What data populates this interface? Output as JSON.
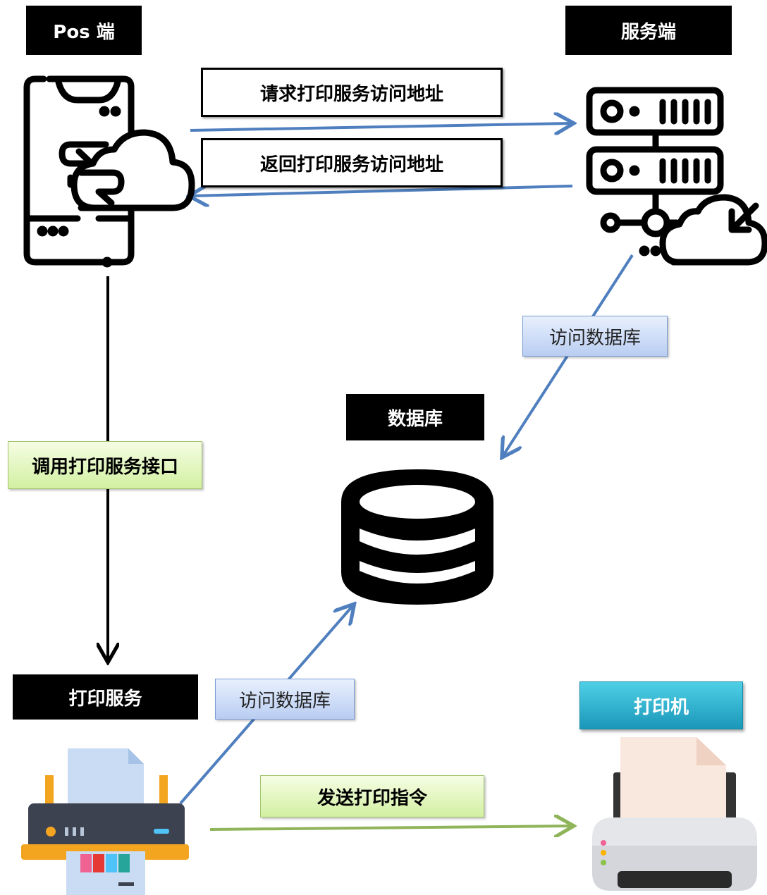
{
  "nodes": {
    "pos": "Pos 端",
    "server": "服务端",
    "database": "数据库",
    "print_service": "打印服务",
    "printer": "打印机"
  },
  "edges": {
    "request_address": "请求打印服务访问地址",
    "return_address": "返回打印服务访问地址",
    "server_access_db": "访问数据库",
    "call_print_api": "调用打印服务接口",
    "service_access_db": "访问数据库",
    "send_print_command": "发送打印指令"
  },
  "colors": {
    "blue_arrow": "#4f7fbe",
    "green_arrow": "#8fb45a",
    "black_arrow": "#000000",
    "teal_label": "#1b97b9"
  },
  "icons": [
    "mobile-cloud-icon",
    "server-cloud-icon",
    "database-icon",
    "print-service-printer-icon",
    "printer-icon"
  ]
}
